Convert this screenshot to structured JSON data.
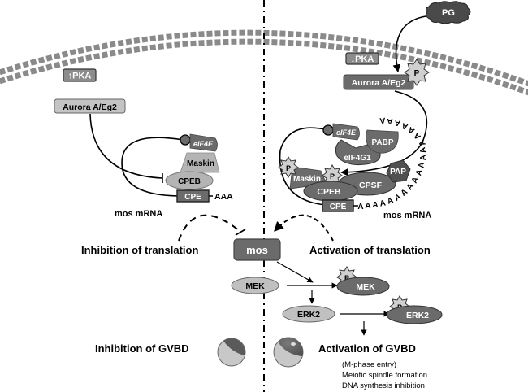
{
  "left_panel": {
    "pka_label": "↑PKA",
    "aurora_label": "Aurora A/Eg2",
    "eif4e_label": "eIF4E",
    "maskin_label": "Maskin",
    "cpeb_label": "CPEB",
    "cpe_label": "CPE",
    "polya_label": "AAA",
    "mrna_label": "mos mRNA",
    "outcome_translation": "Inhibition of translation",
    "outcome_gvbd": "Inhibition of GVBD"
  },
  "right_panel": {
    "pg_label": "PG",
    "pka_label": "↓PKA",
    "aurora_label": "Aurora A/Eg2",
    "phospho_label": "P",
    "eif4e_label": "eIF4E",
    "eif4g1_label": "eIF4G1",
    "pabp_label": "PABP",
    "maskin_label": "Maskin",
    "cpeb_label": "CPEB",
    "cpsf_label": "CPSF",
    "pap_label": "PAP",
    "cpe_label": "CPE",
    "polya_tail": "A",
    "mrna_label": "mos mRNA",
    "outcome_translation": "Activation of translation",
    "outcome_gvbd": "Activation of GVBD",
    "notes": [
      "(M-phase entry)",
      "Meiotic spindle formation",
      "DNA synthesis inhibition"
    ]
  },
  "cascade": {
    "mos_label": "mos",
    "mek_label": "MEK",
    "mek_p_label": "MEK",
    "erk2_label": "ERK2",
    "erk2_p_label": "ERK2",
    "phospho_label": "P"
  },
  "colors": {
    "dark_gray": "#6b6b6b",
    "mid_gray": "#8c8c8c",
    "light_gray": "#c8c8c8",
    "membrane": "#8a8a8a",
    "pg_cloud": "#4a4a4a"
  }
}
